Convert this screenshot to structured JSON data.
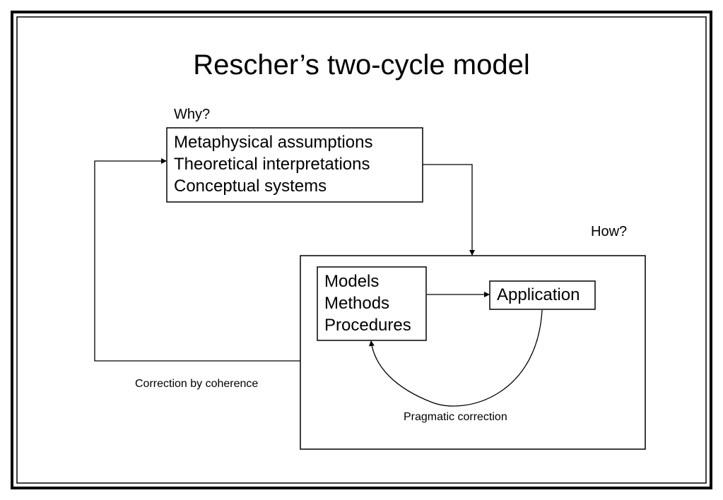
{
  "title": "Rescher’s two-cycle model",
  "labels": {
    "why": "Why?",
    "how": "How?",
    "correction_by_coherence": "Correction by coherence",
    "pragmatic_correction": "Pragmatic correction"
  },
  "boxes": {
    "theory": {
      "lines": [
        "Metaphysical assumptions",
        "Theoretical interpretations",
        "Conceptual systems"
      ]
    },
    "methods": {
      "lines": [
        "Models",
        "Methods",
        "Procedures"
      ]
    },
    "application": {
      "label": "Application"
    }
  },
  "colors": {
    "ink": "#000000",
    "background": "#ffffff"
  }
}
